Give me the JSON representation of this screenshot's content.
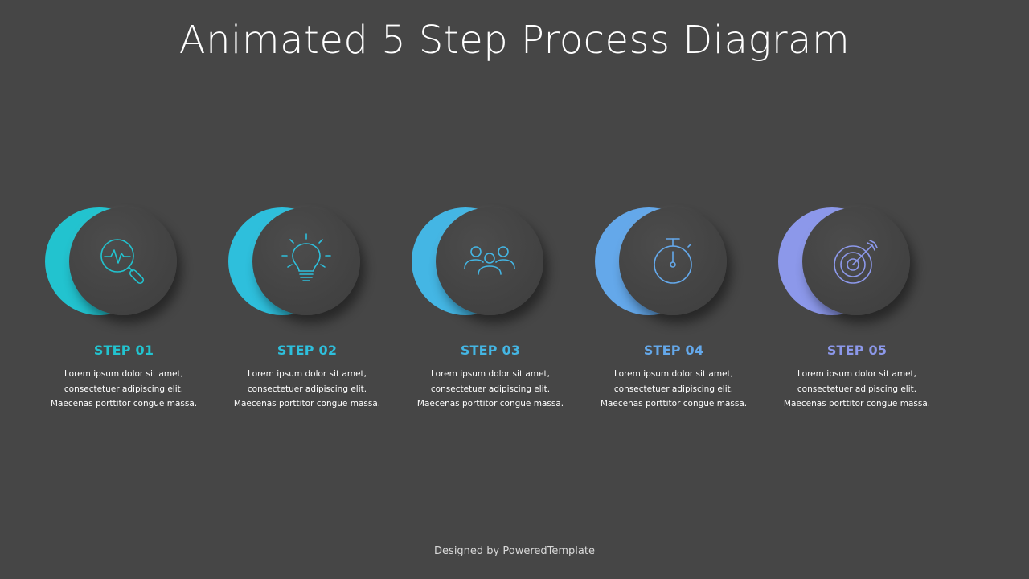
{
  "title": "Animated 5 Step Process Diagram",
  "credit": "Designed by PoweredTemplate",
  "steps": [
    {
      "label": "STEP 01",
      "line1": "Lorem ipsum dolor sit amet,",
      "line2": "consectetuer adipiscing elit.",
      "line3": "Maecenas porttitor congue massa.",
      "color": "#22c3cf",
      "icon": "magnifier-pulse-icon"
    },
    {
      "label": "STEP 02",
      "line1": "Lorem ipsum dolor sit amet,",
      "line2": "consectetuer adipiscing elit.",
      "line3": "Maecenas porttitor congue massa.",
      "color": "#2ebfdc",
      "icon": "lightbulb-icon"
    },
    {
      "label": "STEP 03",
      "line1": "Lorem ipsum dolor sit amet,",
      "line2": "consectetuer adipiscing elit.",
      "line3": "Maecenas porttitor congue massa.",
      "color": "#44b6e4",
      "icon": "team-icon"
    },
    {
      "label": "STEP 04",
      "line1": "Lorem ipsum dolor sit amet,",
      "line2": "consectetuer adipiscing elit.",
      "line3": "Maecenas porttitor congue massa.",
      "color": "#64a8ea",
      "icon": "stopwatch-icon"
    },
    {
      "label": "STEP 05",
      "line1": "Lorem ipsum dolor sit amet,",
      "line2": "consectetuer adipiscing elit.",
      "line3": "Maecenas porttitor congue massa.",
      "color": "#8c98ea",
      "icon": "target-icon"
    }
  ]
}
